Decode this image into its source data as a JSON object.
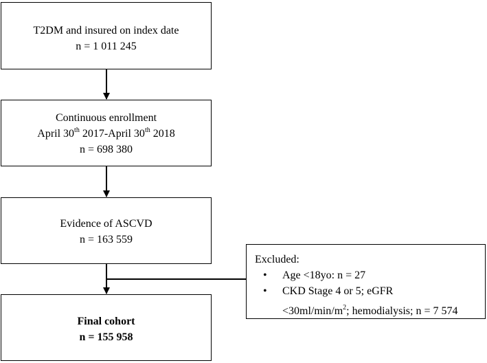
{
  "boxes": {
    "t2dm": {
      "title": "T2DM and insured on index date",
      "count": "n = 1 011 245"
    },
    "enrollment": {
      "title": "Continuous enrollment",
      "period_a": "April 30",
      "sup_a": "th",
      "period_b": " 2017-April 30",
      "sup_b": "th",
      "period_c": " 2018",
      "count": "n = 698 380"
    },
    "ascvd": {
      "title": "Evidence of ASCVD",
      "count": "n = 163 559"
    },
    "final": {
      "title": "Final cohort",
      "count": "n = 155 958"
    },
    "excluded": {
      "header": "Excluded:",
      "bullet_glyph": "•",
      "item1": "Age <18yo: n = 27",
      "item2_line1": "CKD Stage 4 or 5; eGFR",
      "item2_line2a": "<30ml/min/m",
      "item2_sup": "2",
      "item2_line2b": "; hemodialysis; n = 7 574"
    }
  },
  "colors": {
    "stroke": "#000000",
    "background": "#ffffff"
  }
}
